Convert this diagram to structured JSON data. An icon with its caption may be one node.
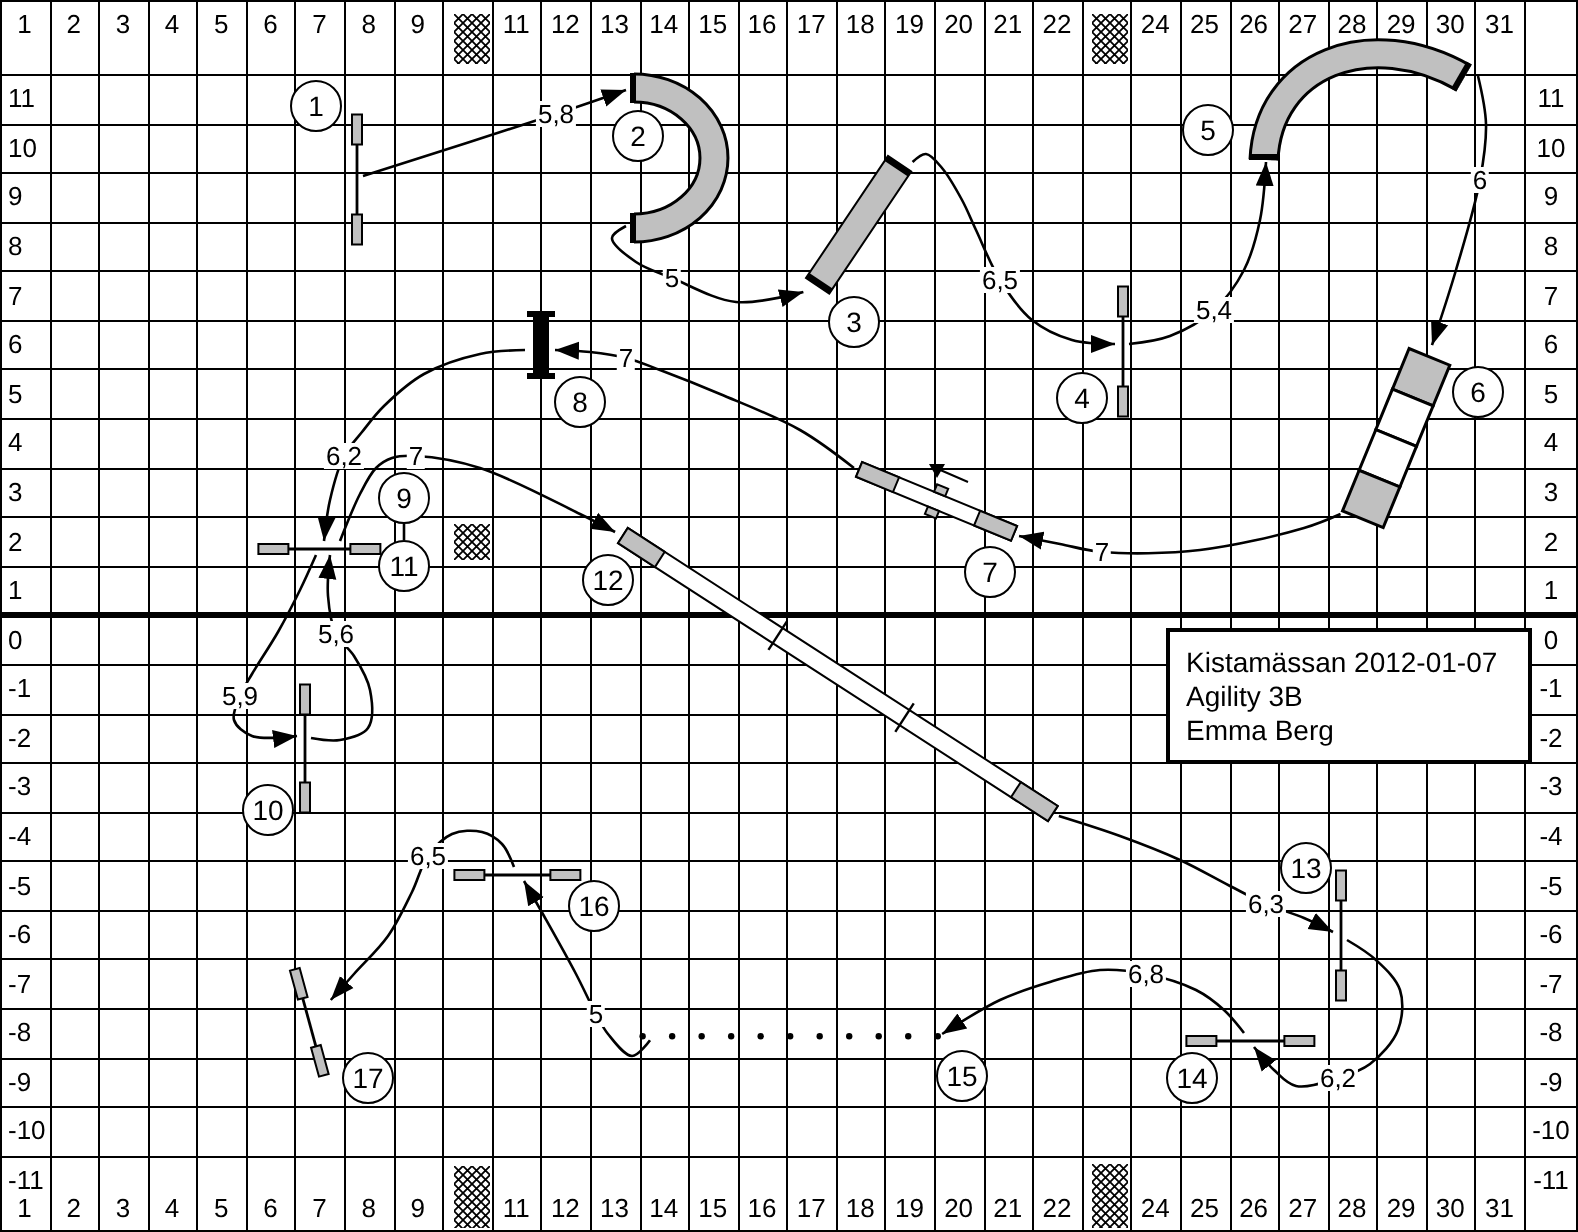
{
  "diagram": {
    "nodes": [
      {
        "text": [],
        "shape": "bar"
      },
      {
        "text": [
          "1"
        ]
      },
      {
        "text": [],
        "shape": "arc"
      },
      {
        "text": [
          "2"
        ]
      },
      {
        "text": [],
        "shape": "box"
      },
      {
        "text": [
          "3"
        ]
      },
      {
        "text": [],
        "shape": "bar"
      },
      {
        "text": [
          "4"
        ]
      },
      {
        "text": [],
        "shape": "arc"
      },
      {
        "text": [
          "5"
        ]
      },
      {
        "text": [],
        "shape": "box"
      },
      {
        "text": [
          "6"
        ]
      },
      {
        "text": [],
        "shape": "bar"
      },
      {
        "text": [
          "7"
        ]
      },
      {
        "text": [],
        "shape": "bar"
      },
      {
        "text": [
          "8"
        ]
      },
      {
        "text": [],
        "shape": "bar"
      },
      {
        "text": [
          "9"
        ]
      },
      {
        "text": [
          "11"
        ]
      },
      {
        "text": [],
        "shape": "bar"
      },
      {
        "text": [
          "10"
        ]
      },
      {
        "text": [],
        "shape": "bar"
      },
      {
        "text": [
          "12"
        ]
      },
      {
        "text": [],
        "shape": "bar"
      },
      {
        "text": [
          "13"
        ]
      },
      {
        "text": [],
        "shape": "bar"
      },
      {
        "text": [
          "14"
        ]
      },
      {
        "text": [],
        "shape": "dots"
      },
      {
        "text": [
          "15"
        ]
      },
      {
        "text": [],
        "shape": "bar"
      },
      {
        "text": [
          "16"
        ]
      },
      {
        "text": [],
        "shape": "bar"
      },
      {
        "text": [
          "17"
        ]
      },
      {
        "text": [
          "Kistamässan 2012-01-07",
          "Agility 3B",
          "Emma Berg"
        ]
      }
    ],
    "edges": [
      {
        "from": 0,
        "to": 2,
        "arrow": "to",
        "label": "5,8"
      },
      {
        "from": 2,
        "to": 4,
        "arrow": "to",
        "label": "5"
      },
      {
        "from": 4,
        "to": 6,
        "arrow": "to",
        "label": "6,5"
      },
      {
        "from": 6,
        "to": 8,
        "arrow": "to",
        "label": "5,4"
      },
      {
        "from": 8,
        "to": 10,
        "arrow": "to",
        "label": "6"
      },
      {
        "from": 10,
        "to": 12,
        "arrow": "to",
        "label": "7"
      },
      {
        "from": 12,
        "to": 14,
        "arrow": "to",
        "label": "7"
      },
      {
        "from": 14,
        "to": 16,
        "arrow": "to",
        "label": "6,2"
      },
      {
        "from": 16,
        "to": 19,
        "arrow": "to",
        "label": "5,9"
      },
      {
        "from": 19,
        "to": 16,
        "arrow": "to",
        "label": "5,6"
      },
      {
        "from": 16,
        "to": 21,
        "arrow": "to",
        "label": "7"
      },
      {
        "from": 21,
        "to": 23,
        "arrow": "to",
        "label": "6,3"
      },
      {
        "from": 23,
        "to": 25,
        "arrow": "to",
        "label": "6,2"
      },
      {
        "from": 25,
        "to": 27,
        "arrow": "to",
        "label": "6,8"
      },
      {
        "from": 27,
        "to": 29,
        "arrow": "to",
        "label": "5"
      },
      {
        "from": 29,
        "to": 31,
        "arrow": "to",
        "label": "6,5"
      },
      {
        "from": 17,
        "to": 18,
        "arrow": "none"
      }
    ],
    "labels": [
      "1",
      "2",
      "3",
      "4",
      "5",
      "6",
      "7",
      "8",
      "9",
      "11",
      "12",
      "13",
      "14",
      "15",
      "16",
      "17",
      "18",
      "19",
      "20",
      "21",
      "22",
      "24",
      "25",
      "26",
      "27",
      "28",
      "29",
      "30",
      "31",
      "11",
      "11",
      "10",
      "10",
      "9",
      "9",
      "8",
      "8",
      "7",
      "7",
      "6",
      "6",
      "5",
      "5",
      "4",
      "4",
      "3",
      "3",
      "2",
      "2",
      "1",
      "1",
      "0",
      "0",
      "-1",
      "-1",
      "-2",
      "-2",
      "-3",
      "-3",
      "-4",
      "-4",
      "-5",
      "-5",
      "-6",
      "-6",
      "-7",
      "-7",
      "-8",
      "-8",
      "-9",
      "-9",
      "-10",
      "-10",
      "-11",
      "-11",
      "1",
      "2",
      "3",
      "4",
      "5",
      "6",
      "7",
      "8",
      "9",
      "11",
      "12",
      "13",
      "14",
      "15",
      "16",
      "17",
      "18",
      "19",
      "20",
      "21",
      "22",
      "24",
      "25",
      "26",
      "27",
      "28",
      "29",
      "30",
      "31"
    ]
  }
}
